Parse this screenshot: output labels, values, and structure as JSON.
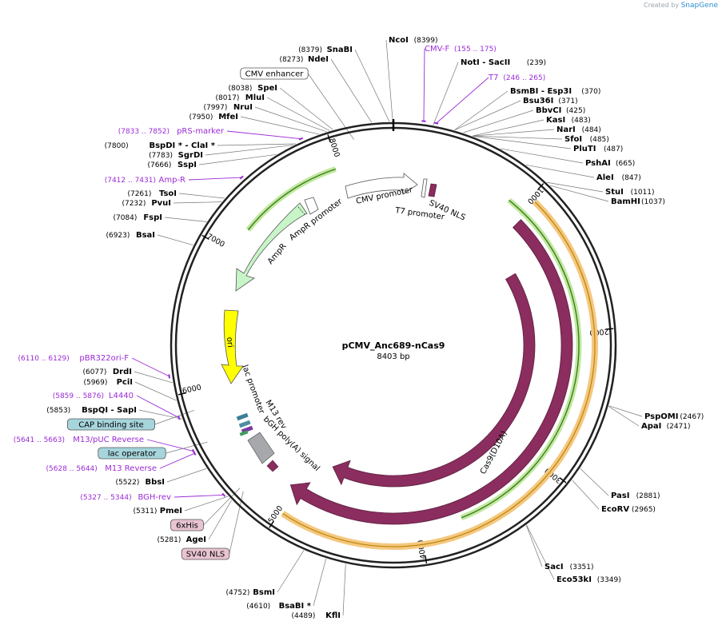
{
  "app": {
    "credit_prefix": "Created by",
    "credit_brand": "SnapGene"
  },
  "plasmid": {
    "name": "pCMV_Anc689-nCas9",
    "size_label": "8403 bp",
    "length": 8403
  },
  "colors": {
    "cas9": "#8b2d5e",
    "ori": "#ffff00",
    "ampr": "#c8f5c8",
    "primer": "#9b2bd6",
    "orange_band": "#f5c77e",
    "green_band": "#c2e8a0",
    "feature_box": "#a6d5dc",
    "pink_box": "#e8c3d1"
  },
  "ticks": [
    {
      "pos": 1000,
      "label": "1000"
    },
    {
      "pos": 2000,
      "label": "2000"
    },
    {
      "pos": 3000,
      "label": "3000"
    },
    {
      "pos": 4000,
      "label": "4000"
    },
    {
      "pos": 5000,
      "label": "5000"
    },
    {
      "pos": 6000,
      "label": "6000"
    },
    {
      "pos": 7000,
      "label": "7000"
    },
    {
      "pos": 8000,
      "label": "8000"
    }
  ],
  "sites": [
    {
      "name": "NcoI",
      "pos": "(8399)",
      "bp": 8399
    },
    {
      "name": "SnaBI",
      "pos": "(8379)",
      "bp": 8379
    },
    {
      "name": "NdeI",
      "pos": "(8273)",
      "bp": 8273
    },
    {
      "name": "SpeI",
      "pos": "(8038)",
      "bp": 8038
    },
    {
      "name": "MluI",
      "pos": "(8017)",
      "bp": 8017
    },
    {
      "name": "NruI",
      "pos": "(7997)",
      "bp": 7997
    },
    {
      "name": "MfeI",
      "pos": "(7950)",
      "bp": 7950
    },
    {
      "name": "BspDI * - ClaI *",
      "pos": "(7800)",
      "bp": 7800
    },
    {
      "name": "SgrDI",
      "pos": "(7783)",
      "bp": 7783
    },
    {
      "name": "SspI",
      "pos": "(7666)",
      "bp": 7666
    },
    {
      "name": "TsoI",
      "pos": "(7261)",
      "bp": 7261
    },
    {
      "name": "PvuI",
      "pos": "(7232)",
      "bp": 7232
    },
    {
      "name": "FspI",
      "pos": "(7084)",
      "bp": 7084
    },
    {
      "name": "BsaI",
      "pos": "(6923)",
      "bp": 6923
    },
    {
      "name": "DrdI",
      "pos": "(6077)",
      "bp": 6077
    },
    {
      "name": "PciI",
      "pos": "(5969)",
      "bp": 5969
    },
    {
      "name": "BspQI - SapI",
      "pos": "(5853)",
      "bp": 5853
    },
    {
      "name": "BbsI",
      "pos": "(5522)",
      "bp": 5522
    },
    {
      "name": "PmeI",
      "pos": "(5311)",
      "bp": 5311
    },
    {
      "name": "AgeI",
      "pos": "(5281)",
      "bp": 5281
    },
    {
      "name": "BsmI",
      "pos": "(4752)",
      "bp": 4752
    },
    {
      "name": "BsaBI *",
      "pos": "(4610)",
      "bp": 4610
    },
    {
      "name": "KflI",
      "pos": "(4489)",
      "bp": 4489
    },
    {
      "name": "NotI - SacII",
      "pos": "(239)",
      "bp": 239
    },
    {
      "name": "BsmBI - Esp3I",
      "pos": "(370)",
      "bp": 370
    },
    {
      "name": "Bsu36I",
      "pos": "(371)",
      "bp": 371
    },
    {
      "name": "BbvCI",
      "pos": "(425)",
      "bp": 425
    },
    {
      "name": "KasI",
      "pos": "(483)",
      "bp": 483
    },
    {
      "name": "NarI",
      "pos": "(484)",
      "bp": 484
    },
    {
      "name": "SfoI",
      "pos": "(485)",
      "bp": 485
    },
    {
      "name": "PluTI",
      "pos": "(487)",
      "bp": 487
    },
    {
      "name": "PshAI",
      "pos": "(665)",
      "bp": 665
    },
    {
      "name": "AleI",
      "pos": "(847)",
      "bp": 847
    },
    {
      "name": "StuI",
      "pos": "(1011)",
      "bp": 1011
    },
    {
      "name": "BamHI",
      "pos": "(1037)",
      "bp": 1037
    },
    {
      "name": "PspOMI",
      "pos": "(2467)",
      "bp": 2467
    },
    {
      "name": "ApaI",
      "pos": "(2471)",
      "bp": 2471
    },
    {
      "name": "PasI",
      "pos": "(2881)",
      "bp": 2881
    },
    {
      "name": "EcoRV",
      "pos": "(2965)",
      "bp": 2965
    },
    {
      "name": "Eco53kI",
      "pos": "(3349)",
      "bp": 3349
    },
    {
      "name": "SacI",
      "pos": "(3351)",
      "bp": 3351
    }
  ],
  "primers": [
    {
      "name": "CMV-F",
      "range": "(155 .. 175)"
    },
    {
      "name": "T7",
      "range": "(246 .. 265)"
    },
    {
      "name": "pRS-marker",
      "range": "(7833 .. 7852)"
    },
    {
      "name": "Amp-R",
      "range": "(7412 .. 7431)"
    },
    {
      "name": "pBR322ori-F",
      "range": "(6110 .. 6129)"
    },
    {
      "name": "L4440",
      "range": "(5859 .. 5876)"
    },
    {
      "name": "M13/pUC Reverse",
      "range": "(5641 .. 5663)"
    },
    {
      "name": "M13 Reverse",
      "range": "(5628 .. 5644)"
    },
    {
      "name": "BGH-rev",
      "range": "(5327 .. 5344)"
    }
  ],
  "boxed_labels": [
    "CMV enhancer",
    "CAP binding site",
    "lac operator",
    "6xHis",
    "SV40 NLS"
  ],
  "features": {
    "cmv_promoter": "CMV promoter",
    "t7_promoter": "T7 promoter",
    "sv40_nls": "SV40 NLS",
    "ampr_promoter": "AmpR promoter",
    "ampr": "AmpR",
    "ori": "ori",
    "lac_promoter": "lac promoter",
    "m13_rev": "M13 rev",
    "bgh": "bGH poly(A) signal",
    "cas9": "Cas9",
    "cas9_d10a": "Cas9(D10A)"
  }
}
